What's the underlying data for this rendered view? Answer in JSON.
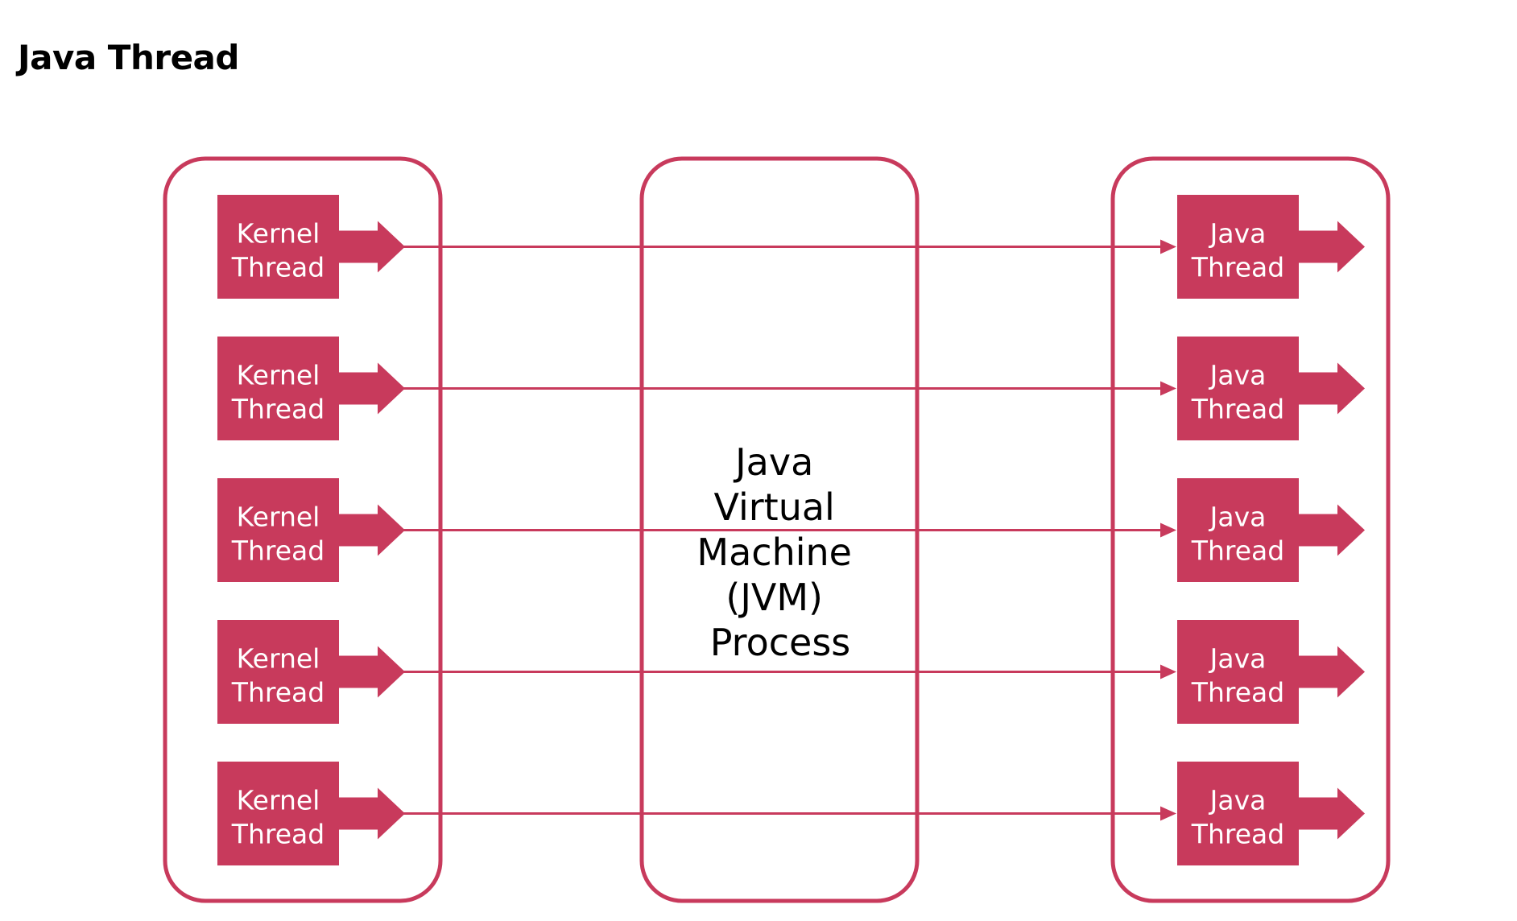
{
  "title": "Java Thread",
  "colors": {
    "accent": "#c83a5c",
    "background": "#ffffff",
    "text": "#000000",
    "box_text": "#ffffff"
  },
  "diagram": {
    "left_group": {
      "threads": [
        {
          "line1": "Kernel",
          "line2": "Thread"
        },
        {
          "line1": "Kernel",
          "line2": "Thread"
        },
        {
          "line1": "Kernel",
          "line2": "Thread"
        },
        {
          "line1": "Kernel",
          "line2": "Thread"
        },
        {
          "line1": "Kernel",
          "line2": "Thread"
        }
      ]
    },
    "middle_group": {
      "label_lines": [
        "Java",
        "Virtual",
        "Machine",
        "(JVM)",
        "Process"
      ]
    },
    "right_group": {
      "threads": [
        {
          "line1": "Java",
          "line2": "Thread"
        },
        {
          "line1": "Java",
          "line2": "Thread"
        },
        {
          "line1": "Java",
          "line2": "Thread"
        },
        {
          "line1": "Java",
          "line2": "Thread"
        },
        {
          "line1": "Java",
          "line2": "Thread"
        }
      ]
    }
  }
}
